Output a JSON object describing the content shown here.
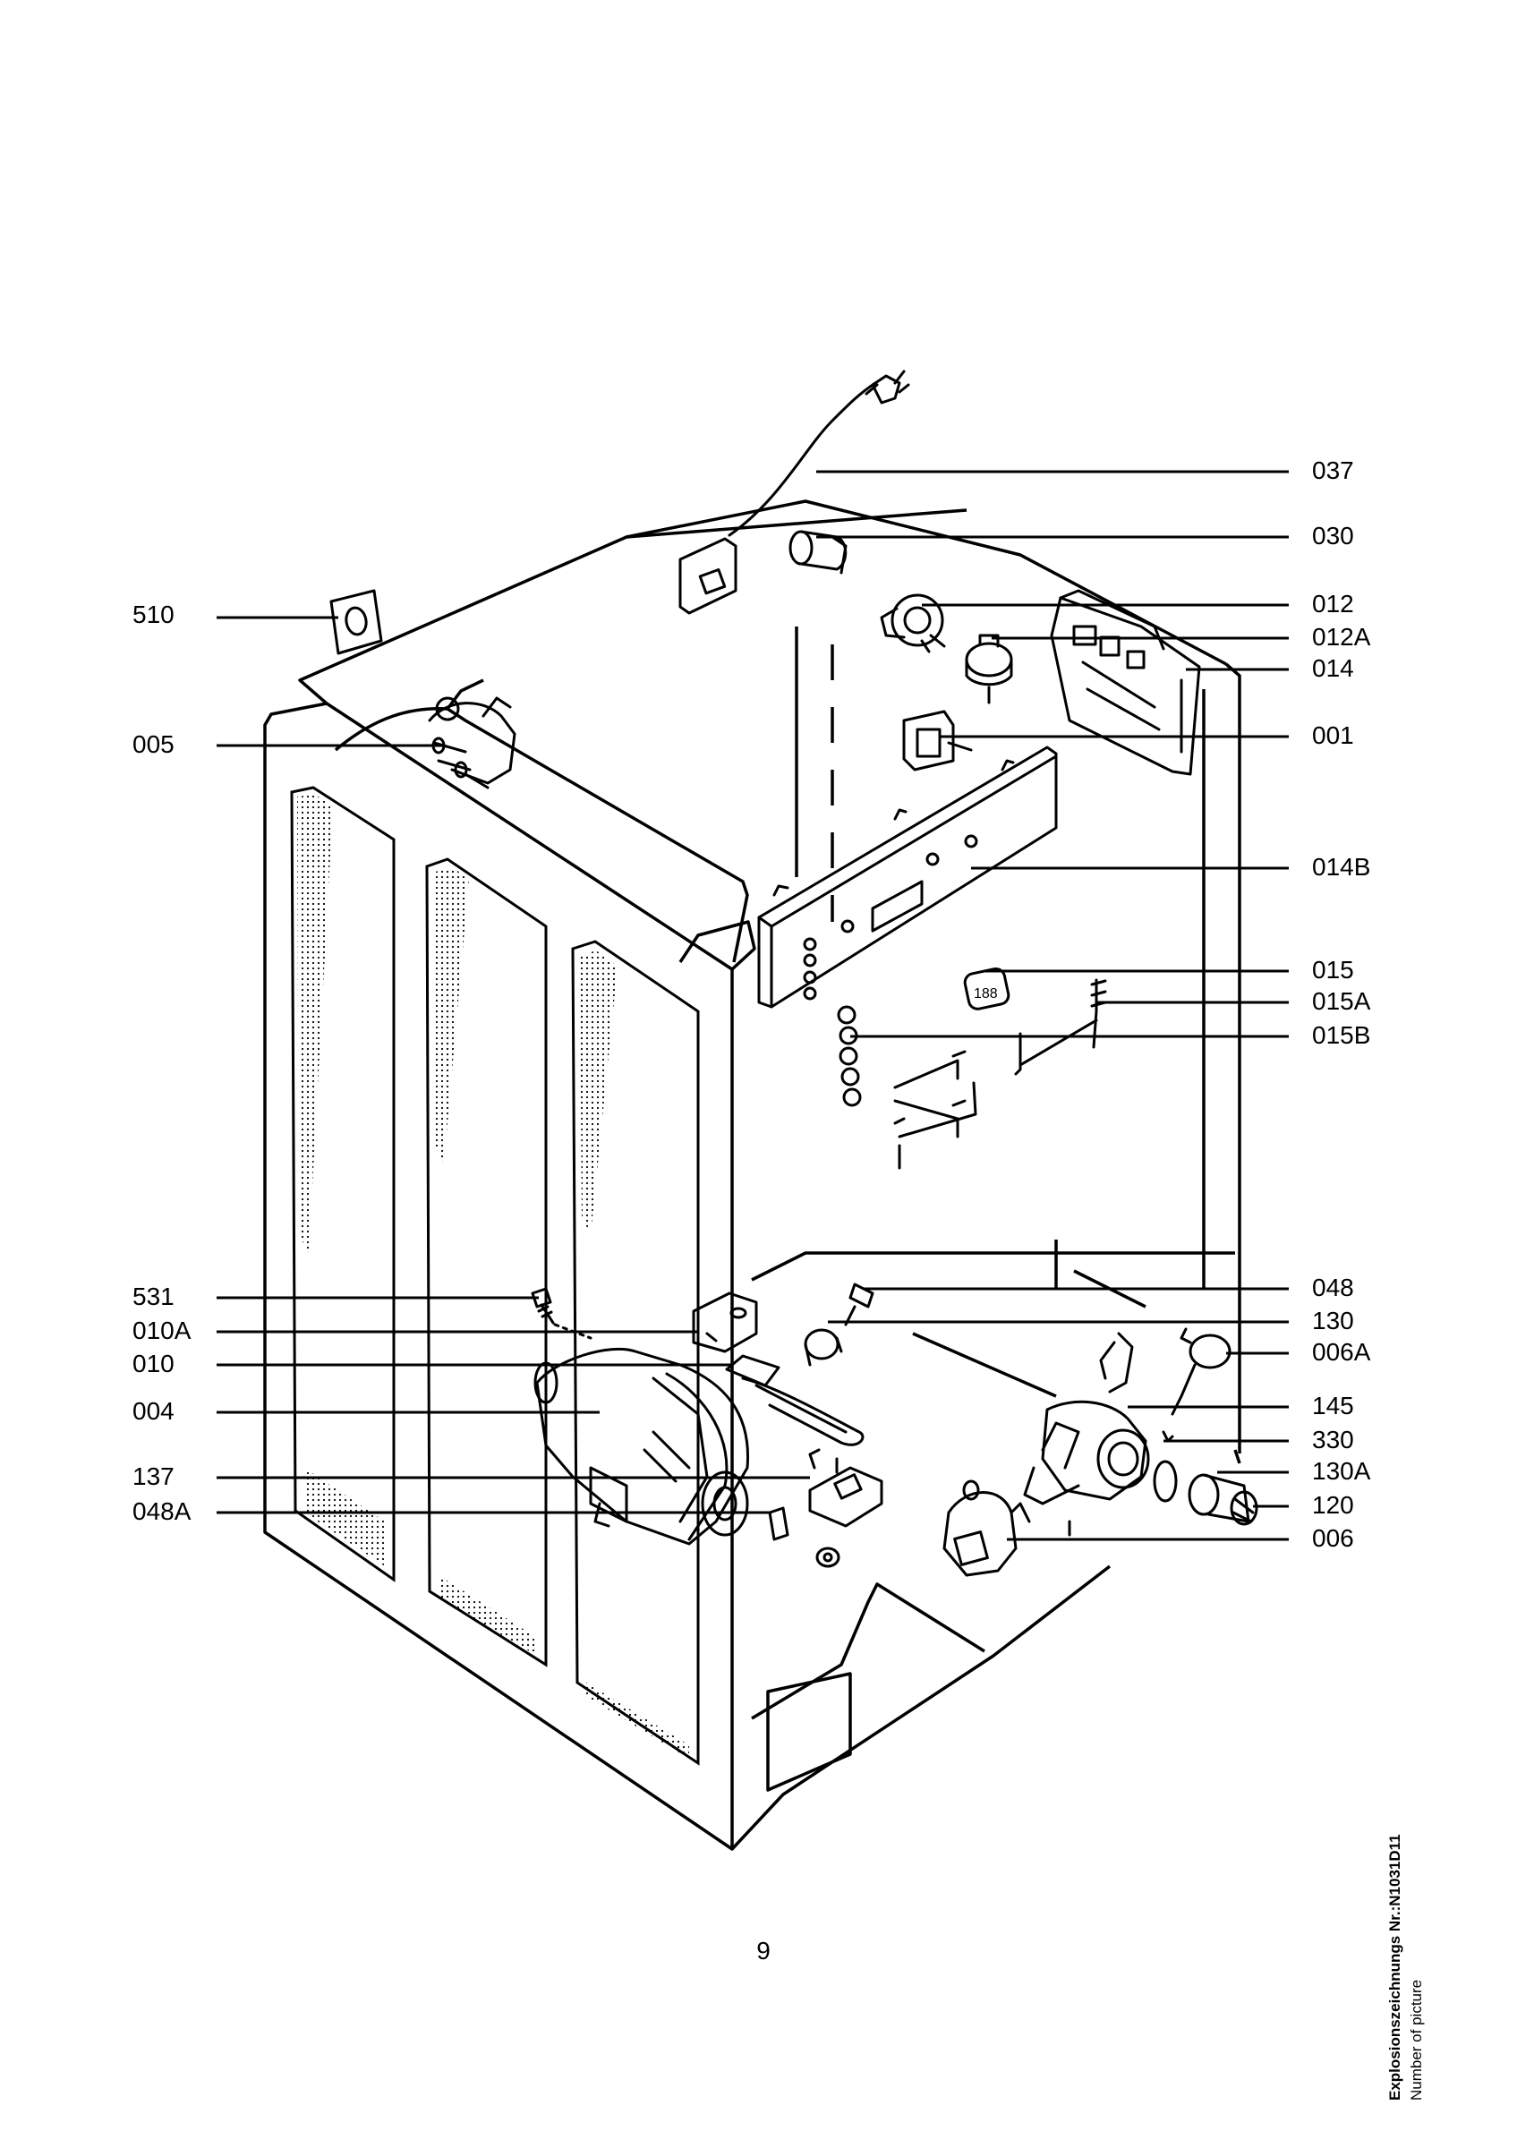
{
  "page_number": "9",
  "caption": {
    "line1": "Explosionszeichnungs Nr.:N1031D11",
    "line2": "Number of picture"
  },
  "callouts_left": [
    "510",
    "005",
    "531",
    "010A",
    "010",
    "004",
    "137",
    "048A"
  ],
  "callouts_right": [
    "037",
    "030",
    "012",
    "012A",
    "014",
    "001",
    "014B",
    "015",
    "015A",
    "015B",
    "048",
    "130",
    "006A",
    "145",
    "330",
    "130A",
    "120",
    "006"
  ],
  "display_digits": "188"
}
